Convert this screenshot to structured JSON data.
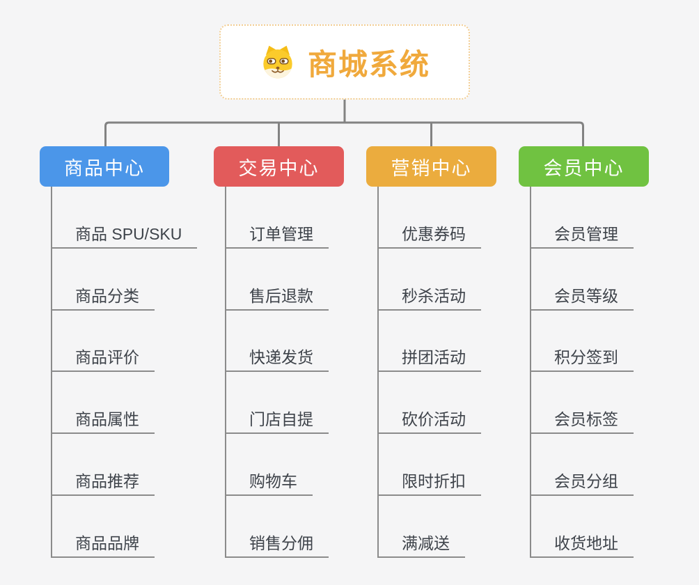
{
  "root": {
    "title": "商城系统",
    "icon": "dog-face-icon",
    "title_color": "#F0A93C",
    "border_color": "#F2CD92"
  },
  "branches": [
    {
      "label": "商品中心",
      "color": "#4B96E9",
      "items": [
        "商品 SPU/SKU",
        "商品分类",
        "商品评价",
        "商品属性",
        "商品推荐",
        "商品品牌"
      ]
    },
    {
      "label": "交易中心",
      "color": "#E25B5B",
      "items": [
        "订单管理",
        "售后退款",
        "快递发货",
        "门店自提",
        "购物车",
        "销售分佣"
      ]
    },
    {
      "label": "营销中心",
      "color": "#EBAC3E",
      "items": [
        "优惠券码",
        "秒杀活动",
        "拼团活动",
        "砍价活动",
        "限时折扣",
        "满减送"
      ]
    },
    {
      "label": "会员中心",
      "color": "#70C241",
      "items": [
        "会员管理",
        "会员等级",
        "积分签到",
        "会员标签",
        "会员分组",
        "收货地址"
      ]
    }
  ],
  "colors": {
    "background": "#F5F5F6",
    "connector": "#828282",
    "item_underline": "#8B8B8B",
    "item_text": "#3E434A"
  }
}
